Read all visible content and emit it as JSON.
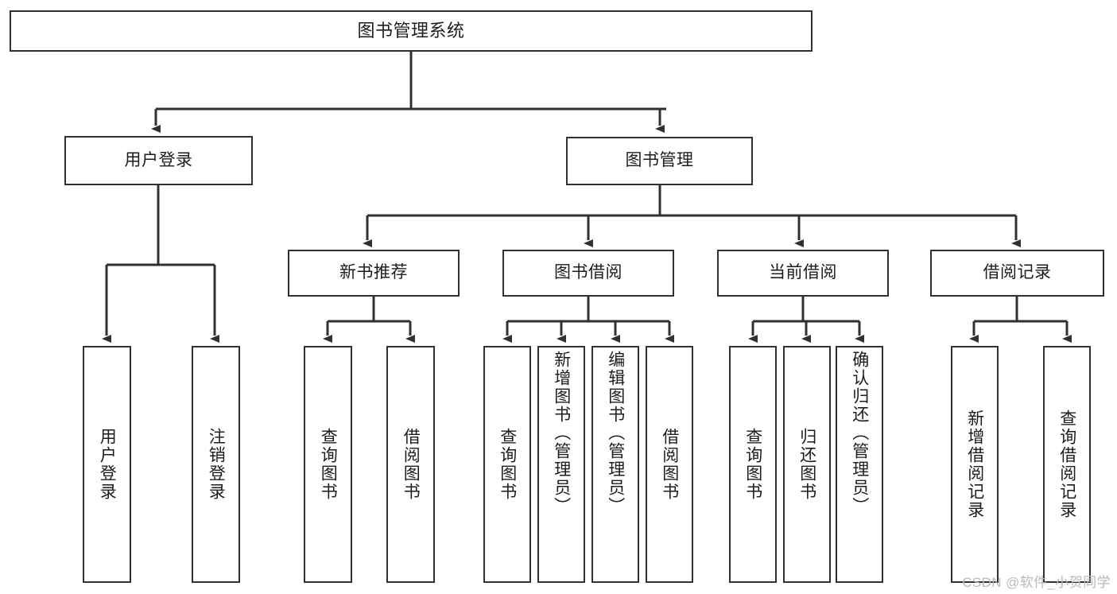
{
  "diagram": {
    "title": "图书管理系统",
    "watermark": "CSDN @软件_小贺同学",
    "line_color": "#30302f",
    "box_fill": "#ffffff",
    "text_color": "#1c1c1c",
    "nodes": {
      "root": {
        "label": "图书管理系统"
      },
      "level2": [
        {
          "id": "user-login",
          "label": "用户登录"
        },
        {
          "id": "book-manage",
          "label": "图书管理"
        }
      ],
      "level3": [
        {
          "id": "new-book-recommend",
          "label": "新书推荐"
        },
        {
          "id": "book-borrow",
          "label": "图书借阅"
        },
        {
          "id": "current-borrow",
          "label": "当前借阅"
        },
        {
          "id": "borrow-record",
          "label": "借阅记录"
        }
      ],
      "leaves": {
        "user_login": [
          {
            "id": "leaf-user-login",
            "label": "用户登录"
          },
          {
            "id": "leaf-logout-login",
            "label": "注销登录"
          }
        ],
        "new_book_recommend": [
          {
            "id": "leaf-query-book-1",
            "label": "查询图书"
          },
          {
            "id": "leaf-borrow-book-1",
            "label": "借阅图书"
          }
        ],
        "book_borrow": [
          {
            "id": "leaf-query-book-2",
            "label": "查询图书"
          },
          {
            "id": "leaf-add-book-admin",
            "label": "新增图书（管理员）"
          },
          {
            "id": "leaf-edit-book-admin",
            "label": "编辑图书（管理员）"
          },
          {
            "id": "leaf-borrow-book-2",
            "label": "借阅图书"
          }
        ],
        "current_borrow": [
          {
            "id": "leaf-query-book-3",
            "label": "查询图书"
          },
          {
            "id": "leaf-return-book",
            "label": "归还图书"
          },
          {
            "id": "leaf-confirm-return-admin",
            "label": "确认归还（管理员）"
          }
        ],
        "borrow_record": [
          {
            "id": "leaf-add-borrow-record",
            "label": "新增借阅记录"
          },
          {
            "id": "leaf-query-borrow-record",
            "label": "查询借阅记录"
          }
        ]
      }
    }
  }
}
